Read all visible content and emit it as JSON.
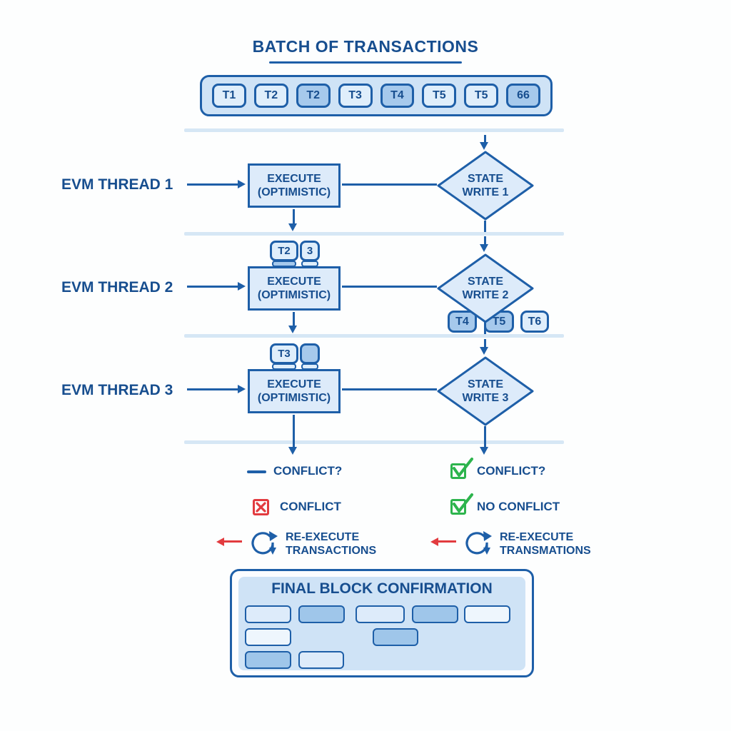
{
  "colors": {
    "primary": "#1e5fa8",
    "text": "#174e8f",
    "containerFill": "#cfe3f6",
    "boxFill": "#ddebfa",
    "chipLight": "#dfeefb",
    "chipDark": "#a6c9ec",
    "chipXlight": "#eef6fd",
    "divider": "#d6e7f5",
    "green": "#2db44d",
    "red": "#e23b3f"
  },
  "title": "BATCH OF TRANSACTIONS",
  "batch": {
    "chips": [
      {
        "label": "T1",
        "variant": "light"
      },
      {
        "label": "T2",
        "variant": "light"
      },
      {
        "label": "T2",
        "variant": "dark"
      },
      {
        "label": "T3",
        "variant": "light"
      },
      {
        "label": "T4",
        "variant": "dark"
      },
      {
        "label": "T5",
        "variant": "light"
      },
      {
        "label": "T5",
        "variant": "light"
      },
      {
        "label": "66",
        "variant": "dark"
      }
    ]
  },
  "threads": [
    {
      "label": "EVM THREAD 1",
      "execute": {
        "line1": "EXECUTE",
        "line2": "(OPTIMISTIC)"
      },
      "state": {
        "line1": "STATE",
        "line2": "WRITE 1"
      },
      "pending_chips": [],
      "result_chips": []
    },
    {
      "label": "EVM THREAD 2",
      "execute": {
        "line1": "EXECUTE",
        "line2": "(OPTIMISTIC)"
      },
      "state": {
        "line1": "STATE",
        "line2": "WRITE 2"
      },
      "pending_chips": [
        {
          "label": "T2",
          "variant": "light"
        },
        {
          "label": "3",
          "variant": "light"
        }
      ],
      "result_chips": [
        {
          "label": "T4",
          "variant": "dark"
        },
        {
          "label": "T5",
          "variant": "dark"
        },
        {
          "label": "T6",
          "variant": "light"
        }
      ]
    },
    {
      "label": "EVM THREAD 3",
      "execute": {
        "line1": "EXECUTE",
        "line2": "(OPTIMISTIC)"
      },
      "state": {
        "line1": "STATE",
        "line2": "WRITE 3"
      },
      "pending_chips": [
        {
          "label": "T3",
          "variant": "light"
        },
        {
          "label": "",
          "variant": "dark"
        }
      ],
      "result_chips": []
    }
  ],
  "legend": {
    "left": {
      "conflict_q": "CONFLICT?",
      "conflict": "CONFLICT",
      "reexec_line1": "RE-EXECUTE",
      "reexec_line2": "TRANSACTIONS"
    },
    "right": {
      "conflict_q": "CONFLICT?",
      "no_conflict": "NO CONFLICT",
      "reexec_line1": "RE-EXECUTE",
      "reexec_line2": "TRANSMATIONS"
    }
  },
  "final_block": {
    "title": "FINAL BLOCK CONFIRMATION",
    "blocks": [
      {
        "row": 1,
        "variant": "light"
      },
      {
        "row": 1,
        "variant": "dark"
      },
      {
        "row": 1,
        "variant": "light"
      },
      {
        "row": 1,
        "variant": "dark"
      },
      {
        "row": 1,
        "variant": "xlight"
      },
      {
        "row": 2,
        "variant": "xlight"
      },
      {
        "row": 2,
        "variant": "dark"
      },
      {
        "row": 3,
        "variant": "dark"
      },
      {
        "row": 3,
        "variant": "light"
      }
    ]
  }
}
